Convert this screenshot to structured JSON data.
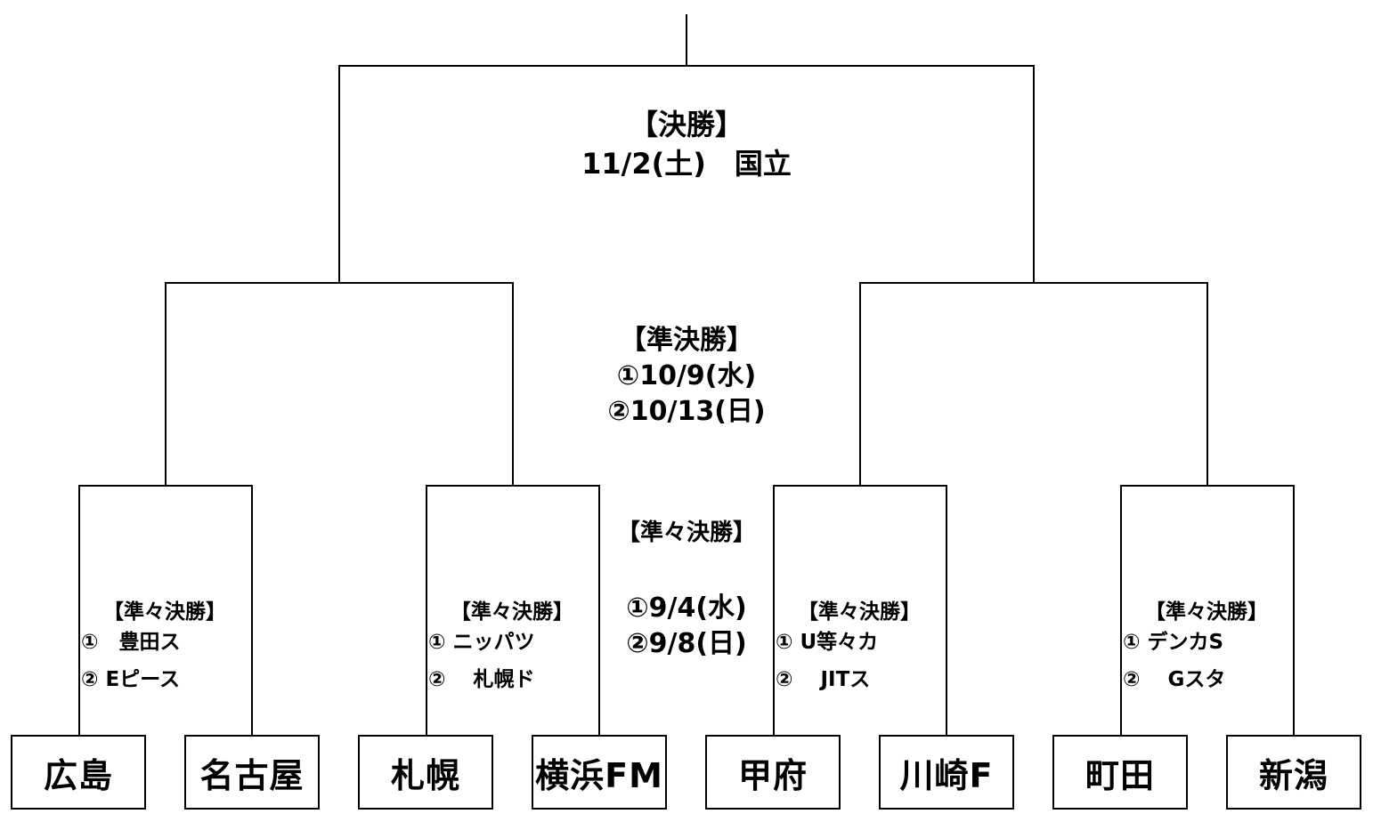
{
  "final": {
    "title": "【決勝】",
    "date_venue": "11/2(土)　国立"
  },
  "semifinal": {
    "title": "【準決勝】",
    "leg1": "①10/9(水)",
    "leg2": "②10/13(日)"
  },
  "quarterfinal_center": {
    "title": "【準々決勝】",
    "leg1": "①9/4(水)",
    "leg2": "②9/8(日)"
  },
  "quarterfinals": [
    {
      "title": "【準々決勝】",
      "venue1": "①　豊田ス",
      "venue2": "②  Eピース"
    },
    {
      "title": "【準々決勝】",
      "venue1": "①  ニッパツ",
      "venue2": "②　 札幌ド"
    },
    {
      "title": "【準々決勝】",
      "venue1": "① U等々カ",
      "venue2": "②　 JITス"
    },
    {
      "title": "【準々決勝】",
      "venue1": "①  デンカS",
      "venue2": "②　 Gスタ"
    }
  ],
  "teams": [
    "広島",
    "名古屋",
    "札幌",
    "横浜FM",
    "甲府",
    "川崎F",
    "町田",
    "新潟"
  ]
}
